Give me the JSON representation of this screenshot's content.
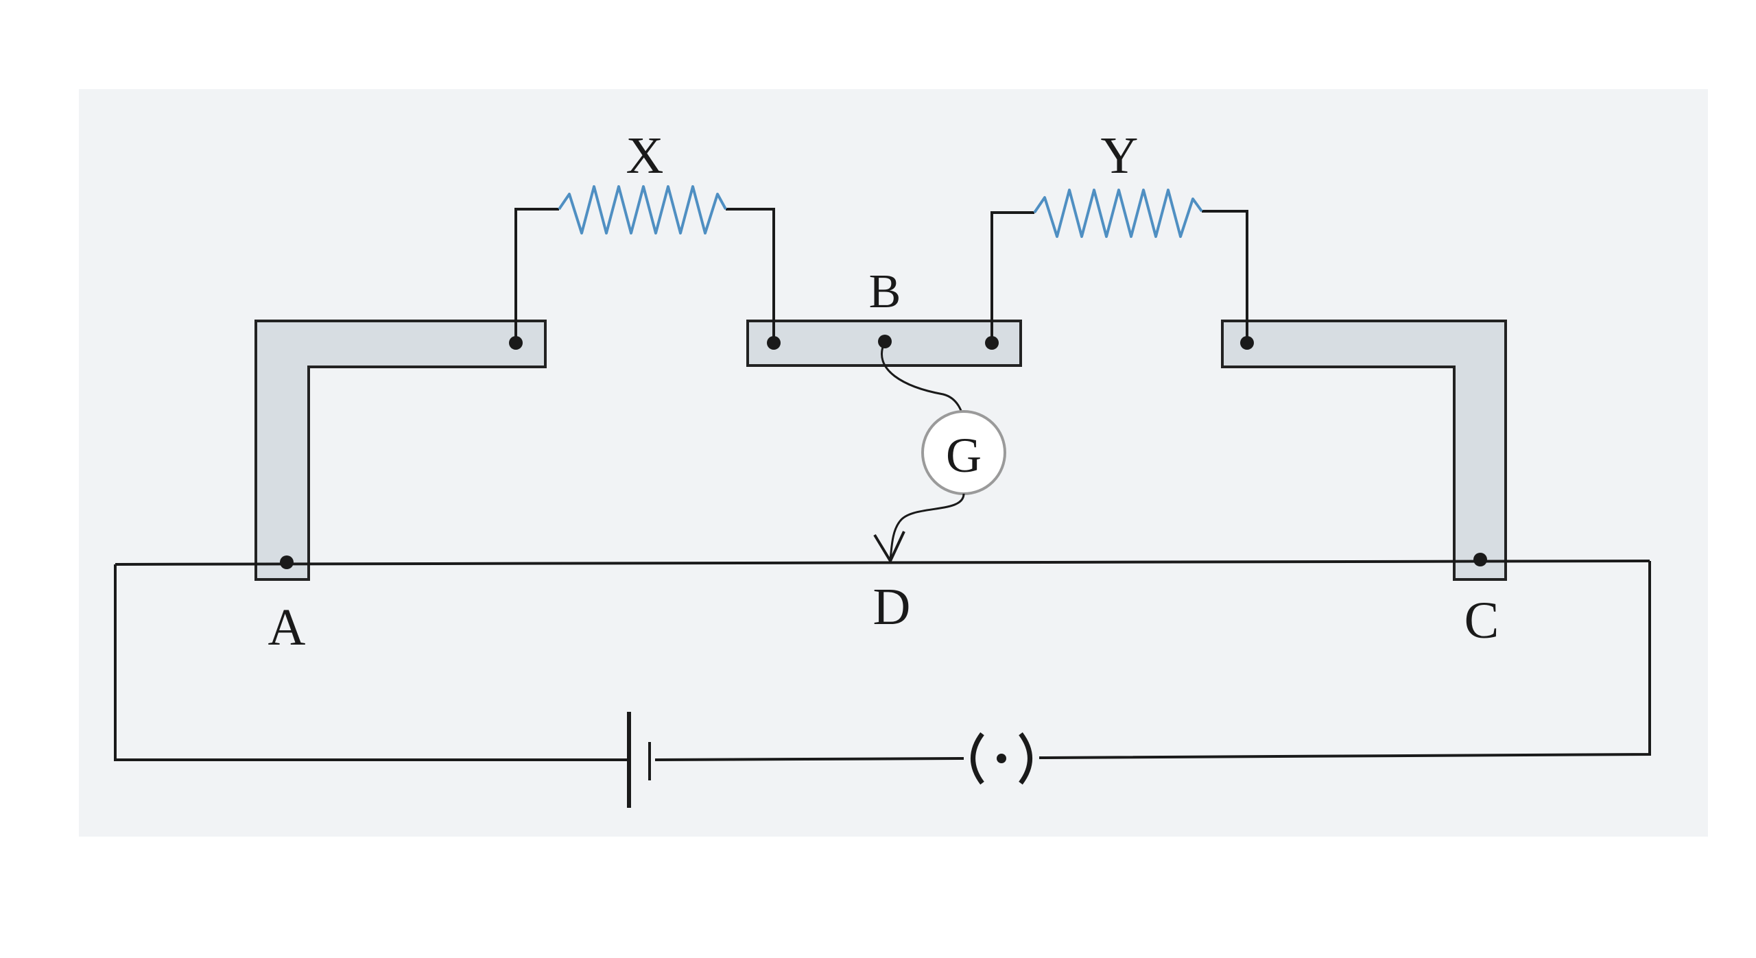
{
  "labels": {
    "resistor_x": "X",
    "resistor_y": "Y",
    "junction_a": "A",
    "junction_b": "B",
    "junction_c": "C",
    "junction_d": "D",
    "galvanometer": "G",
    "key": "(·)"
  },
  "colors": {
    "background": "#ffffff",
    "paper": "#f1f3f5",
    "strip_fill": "#d7dde2",
    "strip_stroke": "#222222",
    "wire": "#1a1a1a",
    "resistor_coil": "#4f8fc2"
  },
  "components": {
    "resistors": [
      "resistor-x",
      "resistor-y"
    ],
    "meters": [
      "galvanometer-g"
    ],
    "sources": [
      "cell"
    ],
    "switches": [
      "plug-key"
    ]
  }
}
